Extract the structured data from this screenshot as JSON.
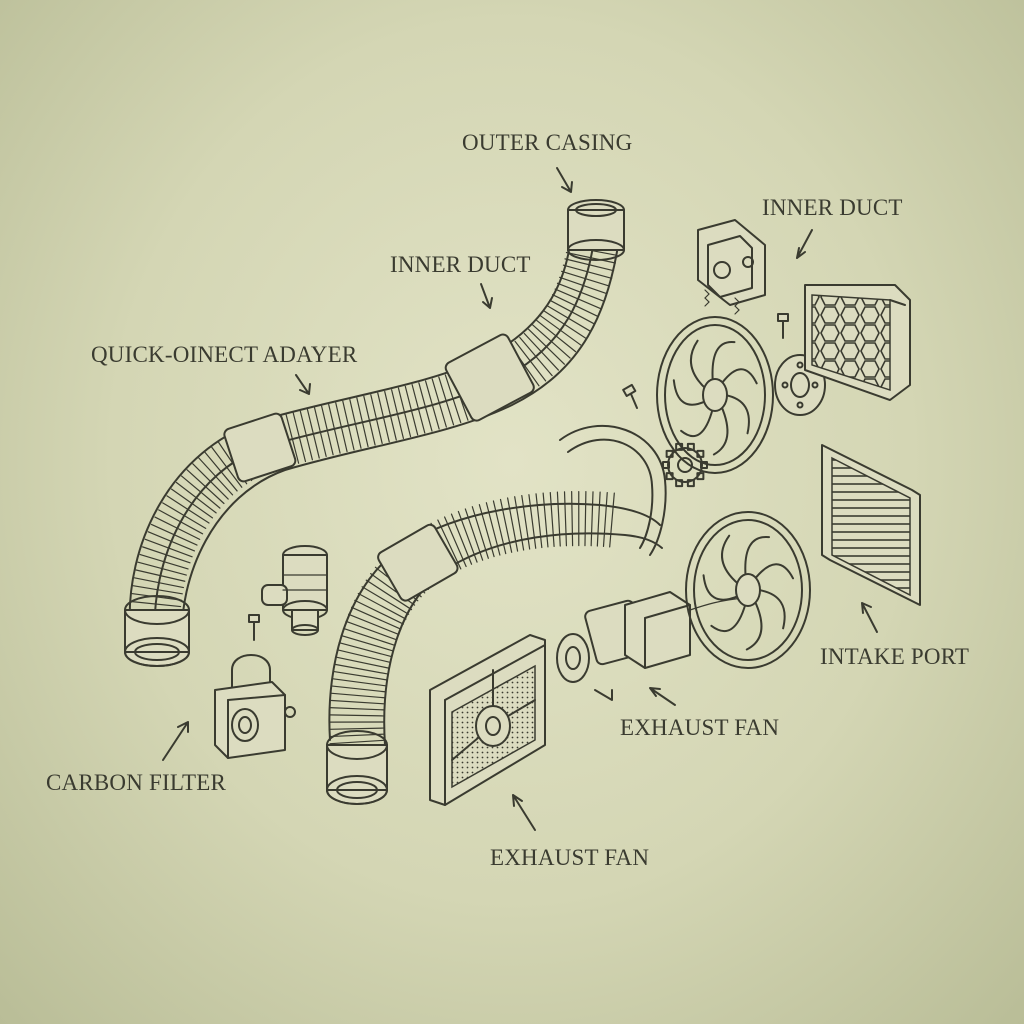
{
  "colors": {
    "background": "#d8dab9",
    "ink": "#3a3b30"
  },
  "labels": {
    "outer_casing": "OUTER CASING",
    "inner_duct_center": "INNER DUCT",
    "inner_duct_right": "INNER DUCT",
    "quick_connect": "QUICK-OINECT ADAYER",
    "carbon_filter": "CARBON FILTER",
    "intake_port": "INTAKE PORT",
    "exhaust_fan_right": "EXHAUST FAN",
    "exhaust_fan_bottom": "EXHAUST FAN"
  }
}
